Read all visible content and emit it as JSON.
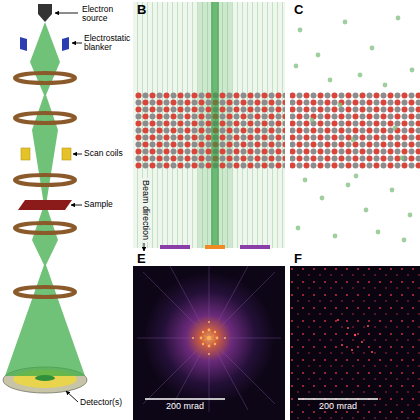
{
  "diagram": {
    "labels": [
      "Electron source",
      "Electrostatic blanker",
      "Scan coils",
      "Sample",
      "Detector(s)",
      "B",
      "C",
      "Beam direction",
      "E",
      "F",
      "200 mrad",
      "200 mrad"
    ]
  }
}
